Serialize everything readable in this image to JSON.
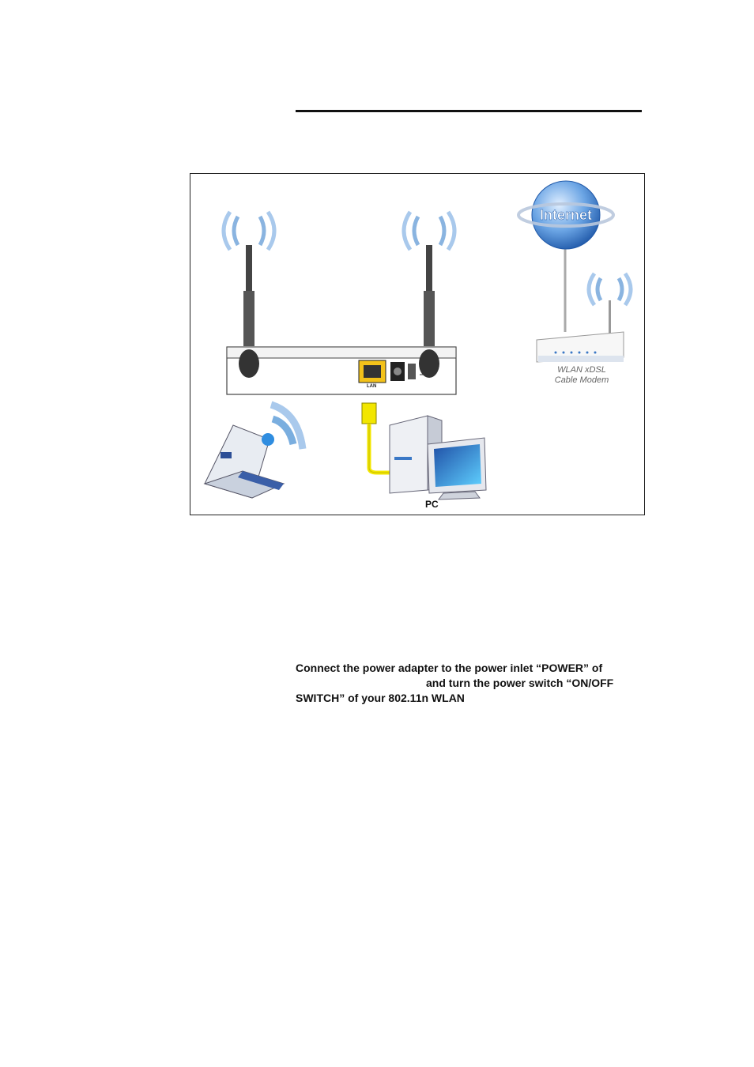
{
  "diagram": {
    "globe_label": "Internet",
    "modem_label_line1": "WLAN xDSL",
    "modem_label_line2": "Cable Modem",
    "pc_label": "PC",
    "lan_label": "LAN"
  },
  "instruction": {
    "line1": "Connect the power adapter to the power inlet “POWER” of",
    "line2": "and turn the power switch “ON/OFF",
    "line3": "SWITCH” of your 802.11n WLAN"
  },
  "colors": {
    "wave": "#8ab4e0",
    "cable": "#f2e600",
    "globe": "#3a78c6"
  }
}
